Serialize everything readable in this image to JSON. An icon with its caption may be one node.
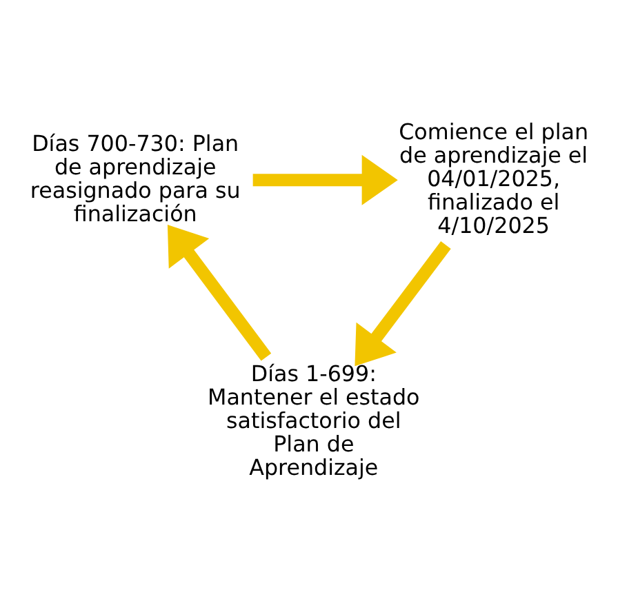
{
  "diagram": {
    "nodes": [
      {
        "text": [
          "Días 700-730: Plan de aprendizaje reasignado para su finalización"
        ]
      },
      {
        "text": [
          "Comience el plan de aprendizaje el 04/01/2025, finalizado el 4/10/2025"
        ]
      },
      {
        "text": [
          "Días 1-699: Mantener el estado satisfactorio del Plan de Aprendizaje"
        ]
      }
    ],
    "edges": [
      {
        "from": 0,
        "to": 1,
        "arrow": "to"
      },
      {
        "from": 1,
        "to": 2,
        "arrow": "to"
      },
      {
        "from": 2,
        "to": 0,
        "arrow": "to"
      }
    ]
  }
}
